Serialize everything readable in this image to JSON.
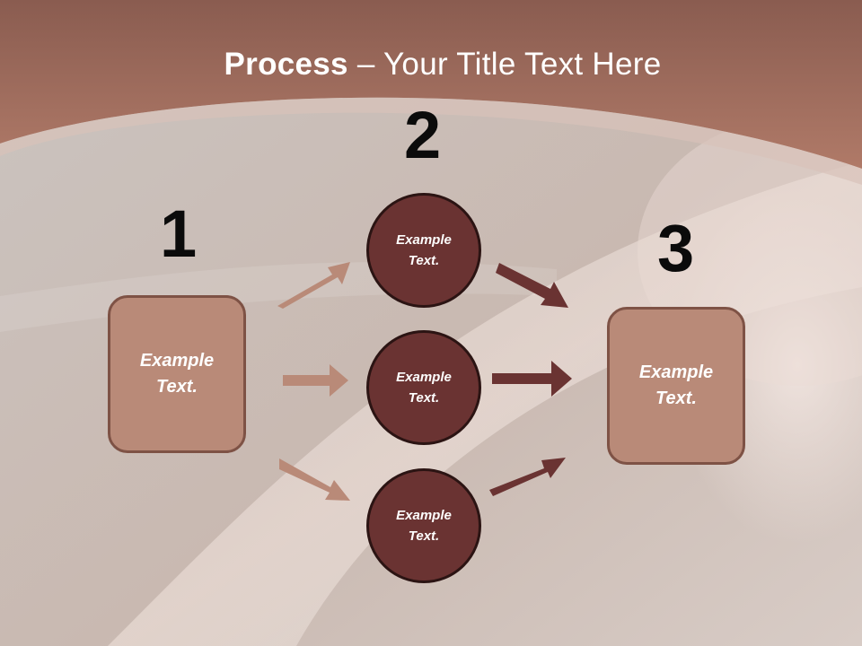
{
  "slide": {
    "title_bold": "Process",
    "title_rest": " – Your Title Text Here",
    "steps": [
      {
        "number": "1",
        "label": "Example\nText."
      },
      {
        "number": "2",
        "labels": [
          "Example\nText.",
          "Example\nText.",
          "Example\nText."
        ]
      },
      {
        "number": "3",
        "label": "Example\nText."
      }
    ]
  },
  "colors": {
    "header_band": "#a06f60",
    "box_fill": "#b98a78",
    "circle_fill": "#6a3332",
    "arrow_light": "#b98a78",
    "arrow_dark": "#6a3332"
  }
}
